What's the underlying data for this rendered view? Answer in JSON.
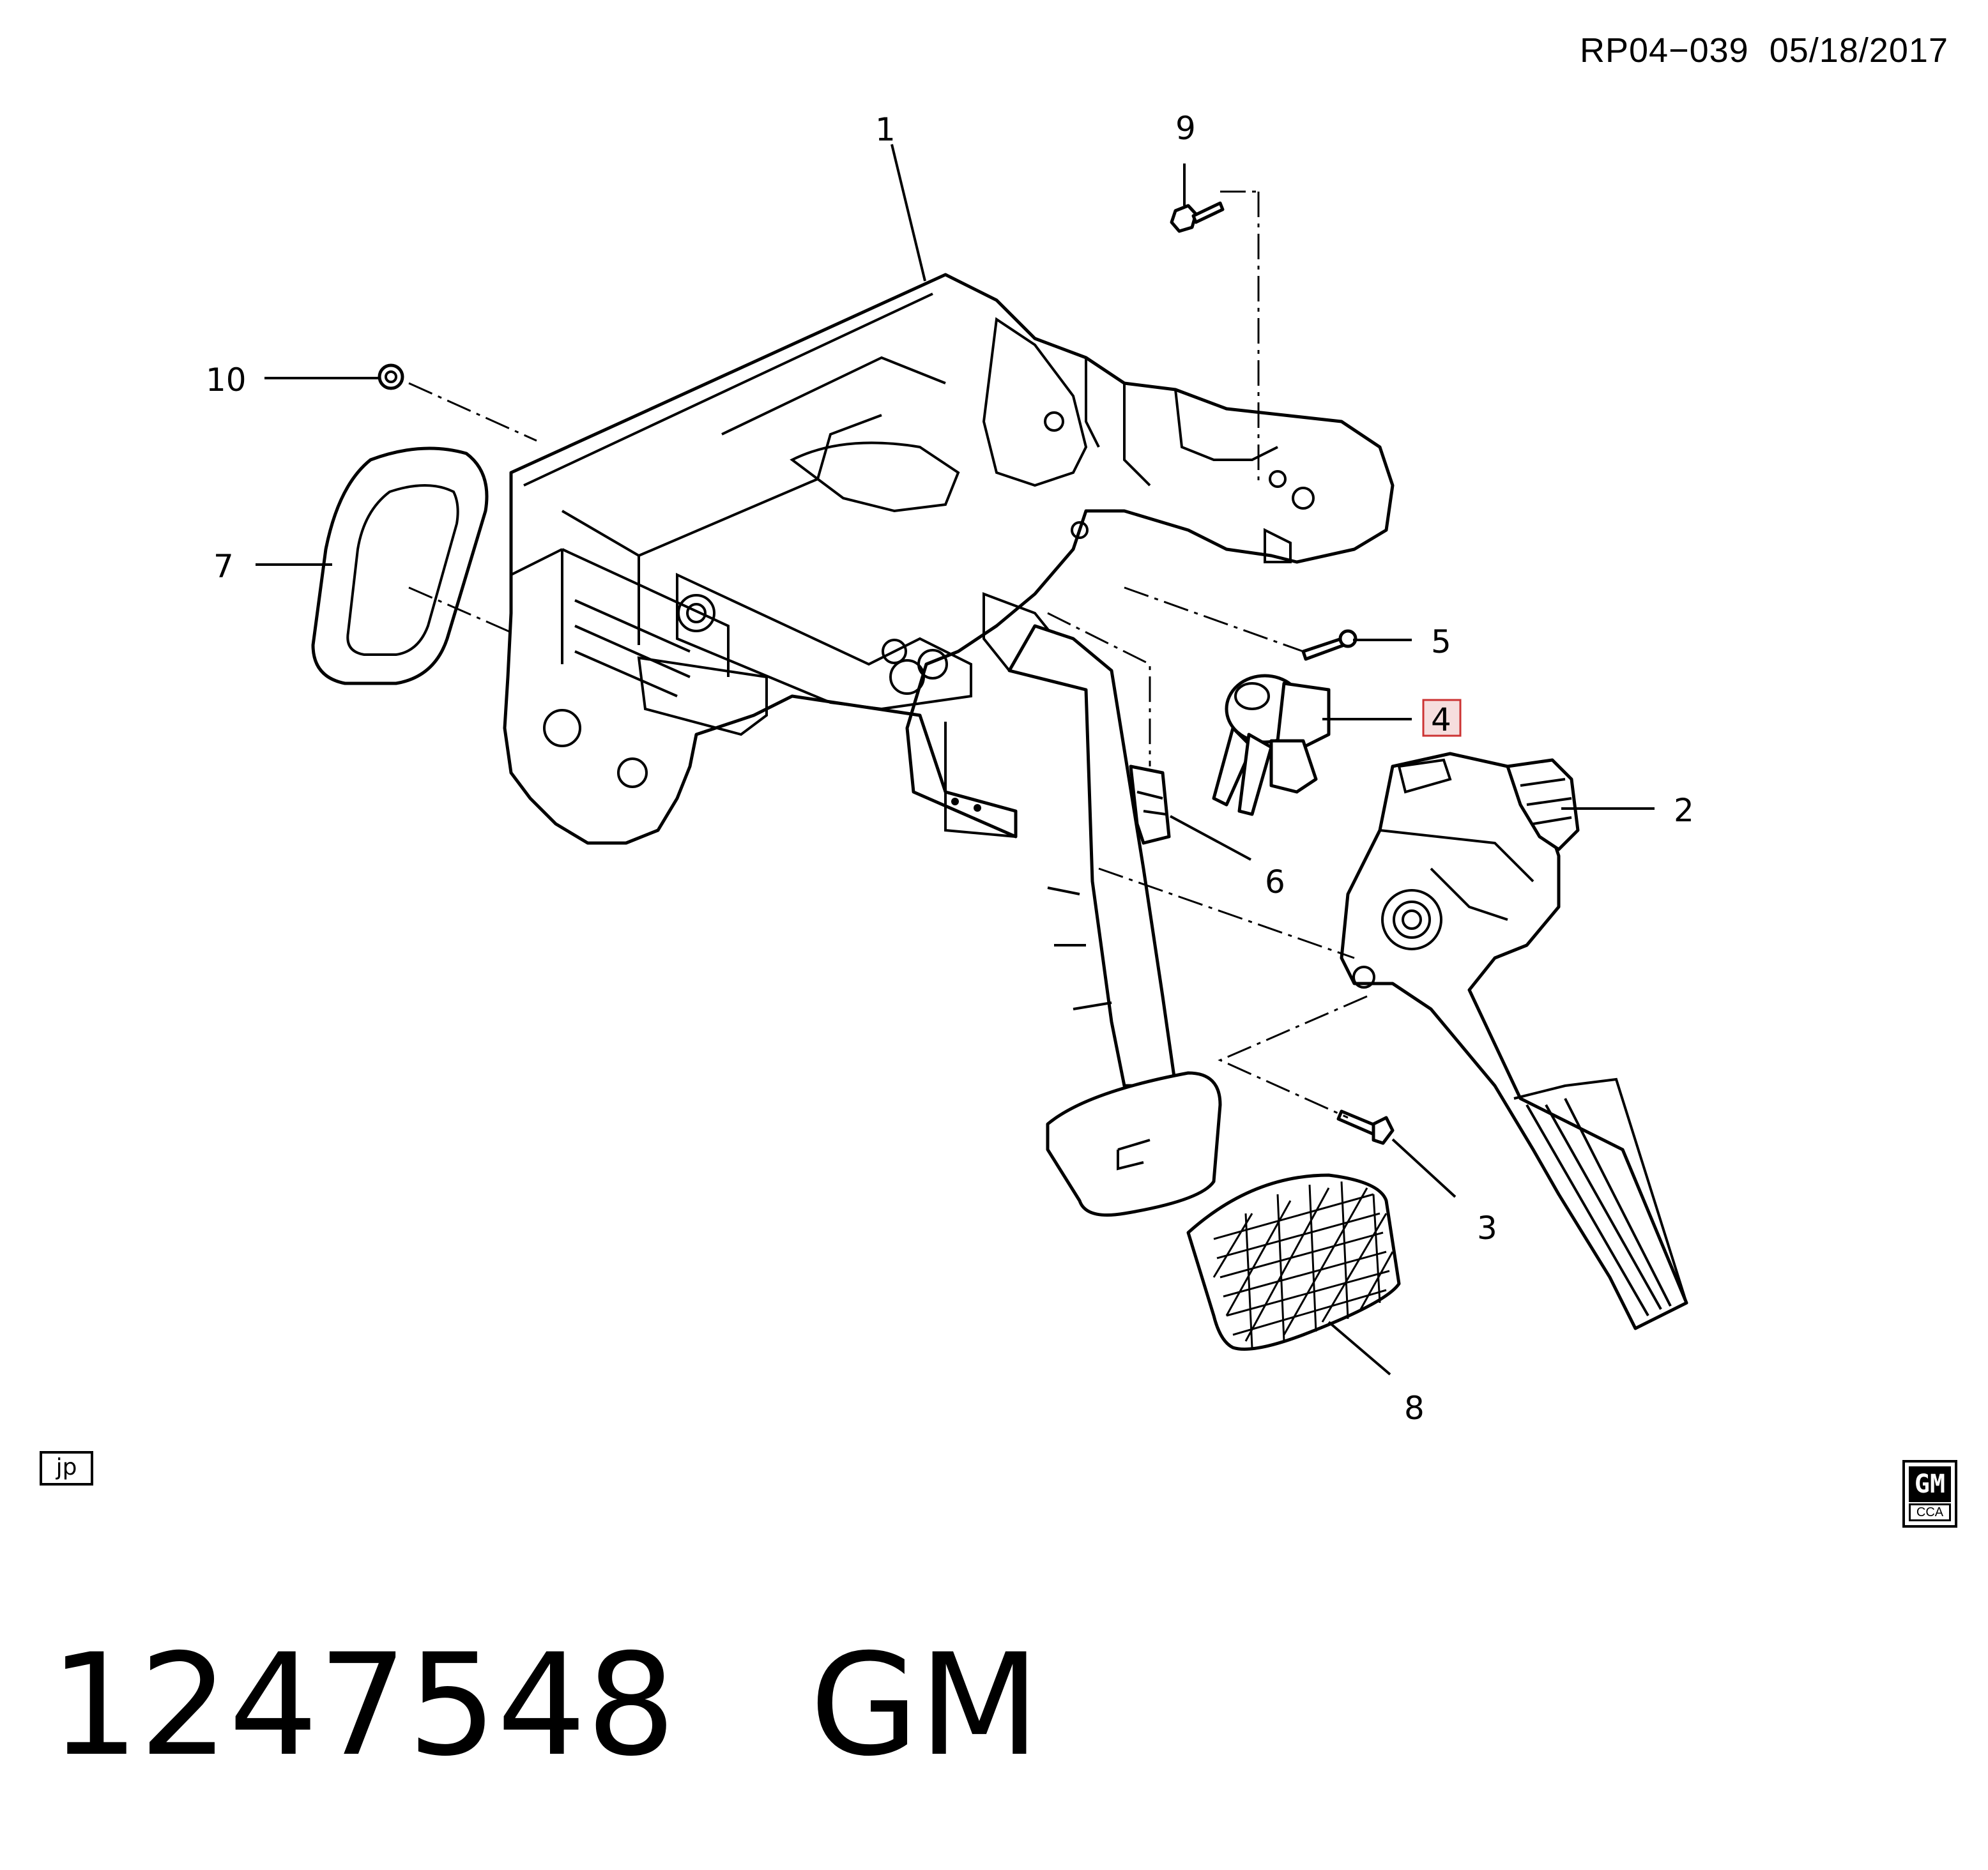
{
  "header": {
    "ref": "RP04−039",
    "date": "05/18/2017"
  },
  "callouts": [
    {
      "id": 1,
      "label": "1"
    },
    {
      "id": 2,
      "label": "2"
    },
    {
      "id": 3,
      "label": "3"
    },
    {
      "id": 4,
      "label": "4",
      "highlighted": true
    },
    {
      "id": 5,
      "label": "5"
    },
    {
      "id": 6,
      "label": "6"
    },
    {
      "id": 7,
      "label": "7"
    },
    {
      "id": 8,
      "label": "8"
    },
    {
      "id": 9,
      "label": "9"
    },
    {
      "id": 10,
      "label": "10"
    }
  ],
  "badge": {
    "label": "jp"
  },
  "logo": {
    "top": "GM",
    "bottom": "CCA"
  },
  "footer": {
    "part_number": "1247548",
    "brand": "GM"
  },
  "colors": {
    "highlight_border": "#cc3333",
    "highlight_fill": "#f6dede",
    "ink": "#000000"
  }
}
